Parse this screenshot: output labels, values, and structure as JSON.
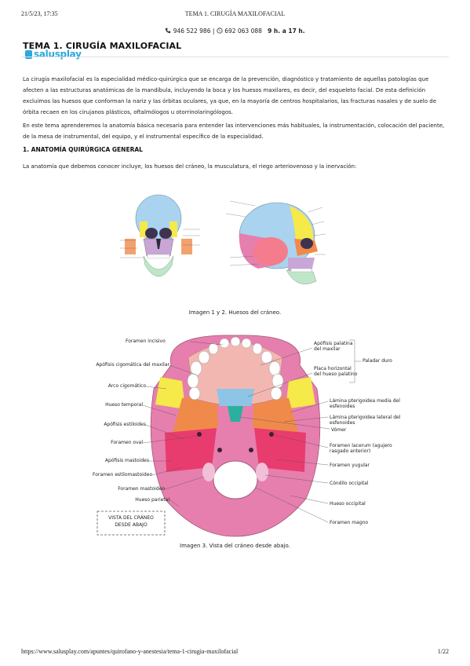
{
  "print_header": {
    "datetime": "21/5/23, 17:35",
    "title": "TEMA 1. CIRUGÍA MAXILOFACIAL"
  },
  "contact": {
    "phone1": "946 522 986",
    "phone2": "692 063 088",
    "hours": "9 h. a 17 h."
  },
  "doc": {
    "title": "TEMA 1. CIRUGÍA MAXILOFACIAL",
    "logo_text": "salusplay",
    "paragraphs": [
      "La cirugía maxilofacial es la especialidad médico-quirúrgica que se encarga de la prevención, diagnóstico y tratamiento de aquellas patologías que afecten a las estructuras anatómicas de la mandíbula, incluyendo la boca y los huesos maxilares, es decir, del esqueleto facial. De esta definición excluimos las huesos que conforman la nariz y las órbitas oculares, ya que, en la mayoría de centros hospitalarios, las fracturas nasales y de suelo de órbita recaen en los cirujanos plásticos, oftalmólogos u otorrinolaringólogos.",
      "En este tema aprenderemos la anatomía básica necesaria para entender las intervenciones más habituales, la instrumentación, colocación del paciente, de la mesa de instrumental, del equipo, y el instrumental específico de la especialidad."
    ],
    "section1_heading": "1. ANATOMÍA QUIRÚRGICA GENERAL",
    "section1_intro": "La anatomía que debemos conocer incluye, los huesos del cráneo, la musculatura, el riego arteriovenoso y la inervación:",
    "caption1": "Imagen 1 y 2. Huesos del cráneo.",
    "caption2": "Imagen 3. Vista del cráneo desde abajo."
  },
  "figure3": {
    "left_labels": [
      "Foramen incisivo",
      "Apófisis cigomática del maxilar",
      "Arco cigomático",
      "Hueso temporal",
      "Apófisis estiloides",
      "Foramen oval",
      "Apófisis mastoides",
      "Foramen estilomastoideo",
      "Foramen mastoideo",
      "Hueso parietal"
    ],
    "right_labels": [
      "Apófisis palatina del maxilar",
      "Placa horizontal del hueso palatino",
      "Lámina pterigoidea media del esfenoides",
      "Lámina pterigoidea lateral del esfenoides",
      "Vómer",
      "Foramen lacerum (agujero rasgado anterior)",
      "Foramen yugular",
      "Cóndilo occipital",
      "Hueso occipital",
      "Foramen magno"
    ],
    "bracket_label": "Paladar duro",
    "box_label_line1": "VISTA DEL CRÁNEO",
    "box_label_line2": "DESDE ABAJO"
  },
  "footer": {
    "url": "https://www.salusplay.com/apuntes/quirofano-y-anestesia/tema-1-cirugia-maxilofacial",
    "page": "1/22"
  },
  "colors": {
    "brand": "#2aa9dc",
    "frontal": "#a9d3ef",
    "temporal": "#f57c8c",
    "sphenoid": "#f08a4b",
    "zygomatic": "#f6e94a",
    "occipital": "#e67fae",
    "maxilla": "#c8a6d6",
    "mandible": "#bfe6c9"
  }
}
